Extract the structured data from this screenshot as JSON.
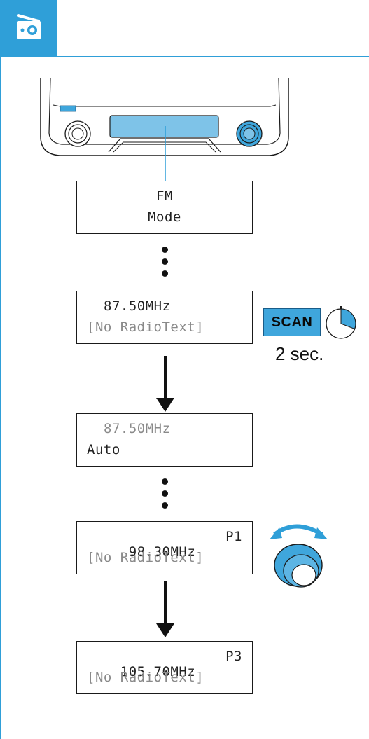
{
  "header": {
    "accent_color": "#2f9fd8",
    "icon": "radio-icon"
  },
  "device": {
    "display_color": "#7ec3e8",
    "knob_color": "#3fa6dc"
  },
  "screens": [
    {
      "line1": "FM",
      "line2": "Mode"
    },
    {
      "line1": "87.50MHz",
      "line2": "[No RadioText]"
    },
    {
      "line1": "87.50MHz",
      "line2": "Auto"
    },
    {
      "line1": "98.30MHz",
      "preset": "P1",
      "line2": "[No RadioText]"
    },
    {
      "line1": "105.70MHz",
      "preset": "P3",
      "line2": "[No RadioText]"
    }
  ],
  "scan": {
    "button_label": "SCAN",
    "hold_label": "2 sec.",
    "timer_icon": "timer-icon"
  },
  "tuning": {
    "knob_icon": "rotary-knob-icon"
  }
}
